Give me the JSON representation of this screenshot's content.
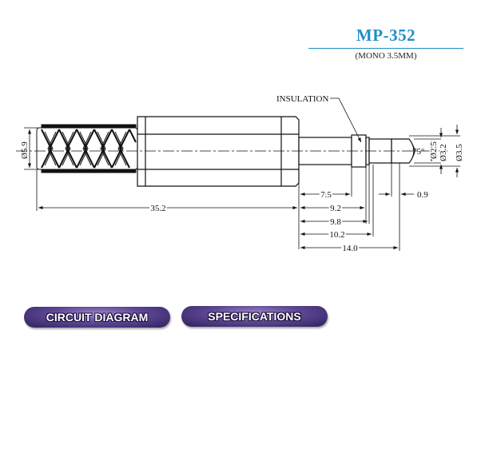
{
  "header": {
    "title": "MP-352",
    "subtitle": "(MONO 3.5MM)"
  },
  "drawing": {
    "insulation_label": "INSULATION",
    "dimensions": {
      "body_diameter": "Ø5.9",
      "overall_length": "35.2",
      "d_7_5": "7.5",
      "d_9_2": "9.2",
      "d_9_8": "9.8",
      "d_10_2": "10.2",
      "d_14_0": "14.0",
      "d_0_9": "0.9",
      "tip_angle": "75°",
      "tip_diameter": "Ø2.5",
      "ring_diameter": "Ø3.2",
      "sleeve_diameter": "Ø3.5"
    }
  },
  "buttons": {
    "circuit_diagram": "CIRCUIT DIAGRAM",
    "specifications": "SPECIFICATIONS"
  }
}
